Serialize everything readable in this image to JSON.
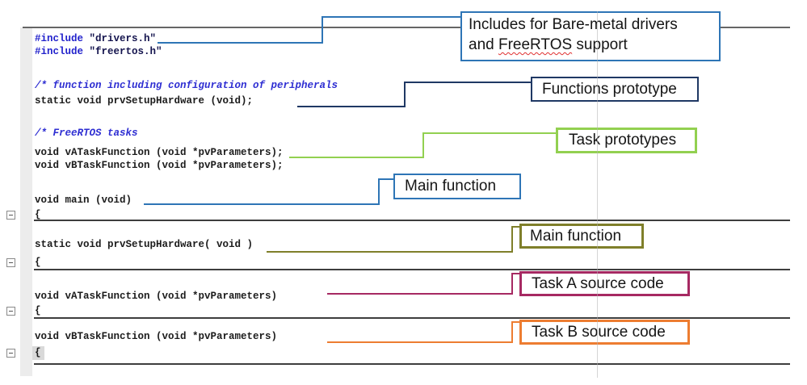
{
  "editor": {
    "code": {
      "include_directive": "#include ",
      "include_drivers_string": "\"drivers.h\"",
      "include_freertos_string": "\"freertos.h\"",
      "comment_peripherals": "/* function including configuration of peripherals",
      "prototype_setup_hardware": "static void prvSetupHardware (void);",
      "comment_tasks": "/* FreeRTOS tasks",
      "prototype_task_a": "void vATaskFunction (void *pvParameters);",
      "prototype_task_b": "void vBTaskFunction (void *pvParameters);",
      "main_signature": "void main (void)",
      "open_brace": "{",
      "impl_setup_hardware": "static void prvSetupHardware( void )",
      "impl_task_a": "void vATaskFunction (void *pvParameters)",
      "impl_task_b": "void vBTaskFunction (void *pvParameters)"
    }
  },
  "callouts": {
    "includes": {
      "line1": "Includes for Bare-metal drivers",
      "line2_prefix": "and ",
      "line2_misspelled_word": "FreeRTOS",
      "line2_suffix": " support",
      "border_color": "#2E75B6"
    },
    "functions_prototype": {
      "label": "Functions prototype",
      "border_color": "#1F3864"
    },
    "task_prototypes": {
      "label": "Task prototypes",
      "border_color": "#92D050"
    },
    "main_function_decl": {
      "label": "Main function",
      "border_color": "#2E75B6"
    },
    "main_function_impl": {
      "label": "Main function",
      "border_color": "#7F7F2A"
    },
    "task_a_source": {
      "label": "Task A source code",
      "border_color": "#A62962"
    },
    "task_b_source": {
      "label": "Task B source code",
      "border_color": "#ED7D31"
    }
  },
  "colors": {
    "preprocessor_blue": "#2222cc",
    "string_dark_navy": "#14144e",
    "comment_blue_italic": "#2e2ed2",
    "code_text": "#1c1c1c",
    "separator_gray": "#3e3e3e",
    "gutter_gray": "#ececec",
    "callout_blue": "#2E75B6",
    "callout_navy": "#1F3864",
    "callout_green": "#92D050",
    "callout_olive": "#7F7F2A",
    "callout_crimson": "#A62962",
    "callout_orange": "#ED7D31"
  }
}
